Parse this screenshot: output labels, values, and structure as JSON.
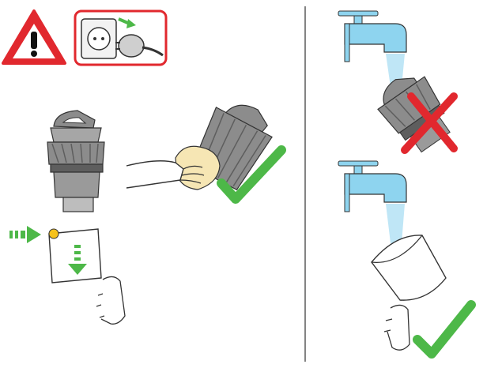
{
  "illustration": {
    "panels": [
      {
        "id": "safety",
        "icons": [
          "warning-triangle-icon",
          "unplug-from-socket-icon"
        ]
      },
      {
        "id": "wipe-cyclone",
        "icons": [
          "cyclone-unit-icon",
          "cloth-wipe-icon",
          "check-mark-icon"
        ]
      },
      {
        "id": "empty-bin",
        "icons": [
          "release-arrow-icon",
          "bin-open-arrow-icon"
        ]
      },
      {
        "id": "do-not-wash-cyclone",
        "icons": [
          "water-tap-icon",
          "cross-mark-icon"
        ]
      },
      {
        "id": "wash-bin",
        "icons": [
          "water-tap-icon",
          "check-mark-icon"
        ]
      }
    ]
  },
  "colors": {
    "warning_red": "#e1282e",
    "check_green": "#4db848",
    "cross_red": "#e1282e",
    "tap_blue": "#8ed4ef",
    "water_blue": "#bfe6f6",
    "cyclone_grey": "#8c8c8c",
    "cyclone_dark": "#5e5e5e",
    "cloth_cream": "#f6e6b4",
    "release_yellow": "#f6c21c"
  }
}
